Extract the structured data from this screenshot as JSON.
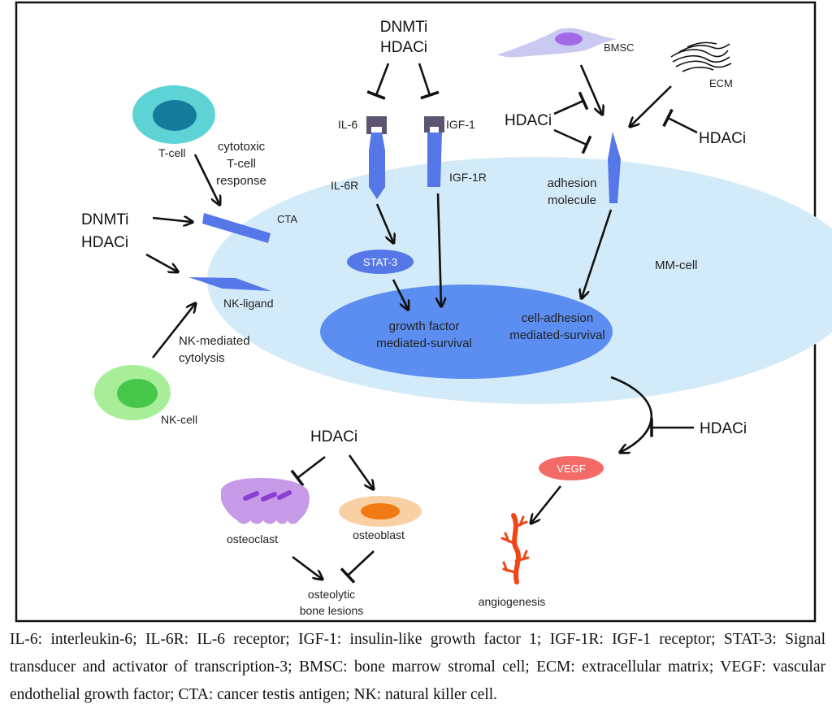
{
  "labels": {
    "dnmti_top": "DNMTi",
    "hdaci_top": "HDACi",
    "il6": "IL-6",
    "igf1": "IGF-1",
    "il6r": "IL-6R",
    "igf1r": "IGF-1R",
    "stat3": "STAT-3",
    "growth_1": "growth factor",
    "growth_2": "mediated-survival",
    "adhesion_survival_1": "cell-adhesion",
    "adhesion_survival_2": "mediated-survival",
    "mm_cell": "MM-cell",
    "bmsc": "BMSC",
    "ecm": "ECM",
    "hdaci_adhesion_left": "HDACi",
    "hdaci_adhesion_right": "HDACi",
    "adhesion_molecule_1": "adhesion",
    "adhesion_molecule_2": "molecule",
    "t_cell": "T-cell",
    "cytotoxic_1": "cytotoxic",
    "cytotoxic_2": "T-cell",
    "cytotoxic_3": "response",
    "cta": "CTA",
    "dnmti_left": "DNMTi",
    "hdaci_left": "HDACi",
    "nk_ligand": "NK-ligand",
    "nk_mediated_1": "NK-mediated",
    "nk_mediated_2": "cytolysis",
    "nk_cell": "NK-cell",
    "hdaci_bone": "HDACi",
    "osteoclast": "osteoclast",
    "osteoblast": "osteoblast",
    "lesions_1": "osteolytic",
    "lesions_2": "bone lesions",
    "hdaci_vegf": "HDACi",
    "vegf": "VEGF",
    "angiogenesis": "angiogenesis"
  },
  "caption": "IL-6: interleukin-6; IL-6R: IL-6 receptor; IGF-1: insulin-like growth factor 1; IGF-1R: IGF-1 receptor; STAT-3: Signal transducer and activator of transcription-3; BMSC: bone marrow stromal cell; ECM: extracellular matrix; VEGF: vascular endothelial growth factor; CTA: cancer testis antigen; NK: natural killer cell.",
  "colors": {
    "mm_cell": "#d3ebf8",
    "nucleus": "#5b8ef0",
    "receptor": "#5577e8",
    "ligand": "#5c5470",
    "t_cell_outer": "#5dd3d6",
    "t_cell_inner": "#147c9a",
    "nk_outer": "#a8ee98",
    "nk_inner": "#46c74a",
    "bmsc": "#c9c9f2",
    "bmsc_nucleus": "#a26ae6",
    "osteoclast": "#c79ae8",
    "osteoclast_nuclei": "#8a3ed0",
    "osteoblast_outer": "#f8d0a4",
    "osteoblast_inner": "#f27a12",
    "vegf": "#f36b66",
    "vessel": "#f04516"
  }
}
